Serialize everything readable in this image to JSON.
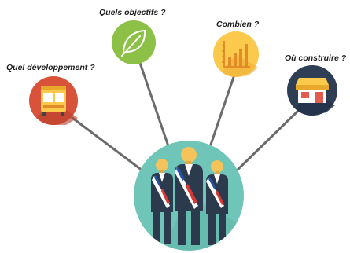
{
  "diagram": {
    "labels": {
      "development": "Quel développement ?",
      "objectives": "Quels objectifs ?",
      "amount": "Combien ?",
      "location": "Où construire  ?"
    },
    "icons": {
      "development": "bus-icon",
      "objectives": "leaf-icon",
      "amount": "bar-chart-icon",
      "location": "shop-icon"
    },
    "colors": {
      "development": "#d9533a",
      "objectives": "#8dc046",
      "amount": "#fbc94c",
      "location": "#2e3f55",
      "center": "#6fc6b8",
      "connector": "#6b6b6b"
    }
  }
}
